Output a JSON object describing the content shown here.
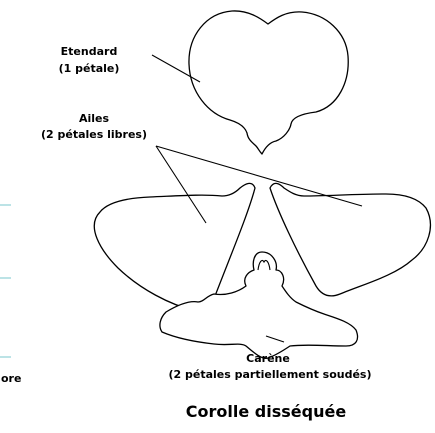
{
  "labels": {
    "etendard_line1": "Etendard",
    "etendard_line2": "(1 pétale)",
    "ailes_line1": "Ailes",
    "ailes_line2": "(2 pétales libres)",
    "carene_line1": "Carène",
    "carene_line2": "(2 pétales partiellement soudés)"
  },
  "title": "Corolle disséquée",
  "left_fragment": "ore",
  "colors": {
    "outline": "#000000",
    "background": "#ffffff",
    "edge_ticks": "#8fd0d6"
  }
}
